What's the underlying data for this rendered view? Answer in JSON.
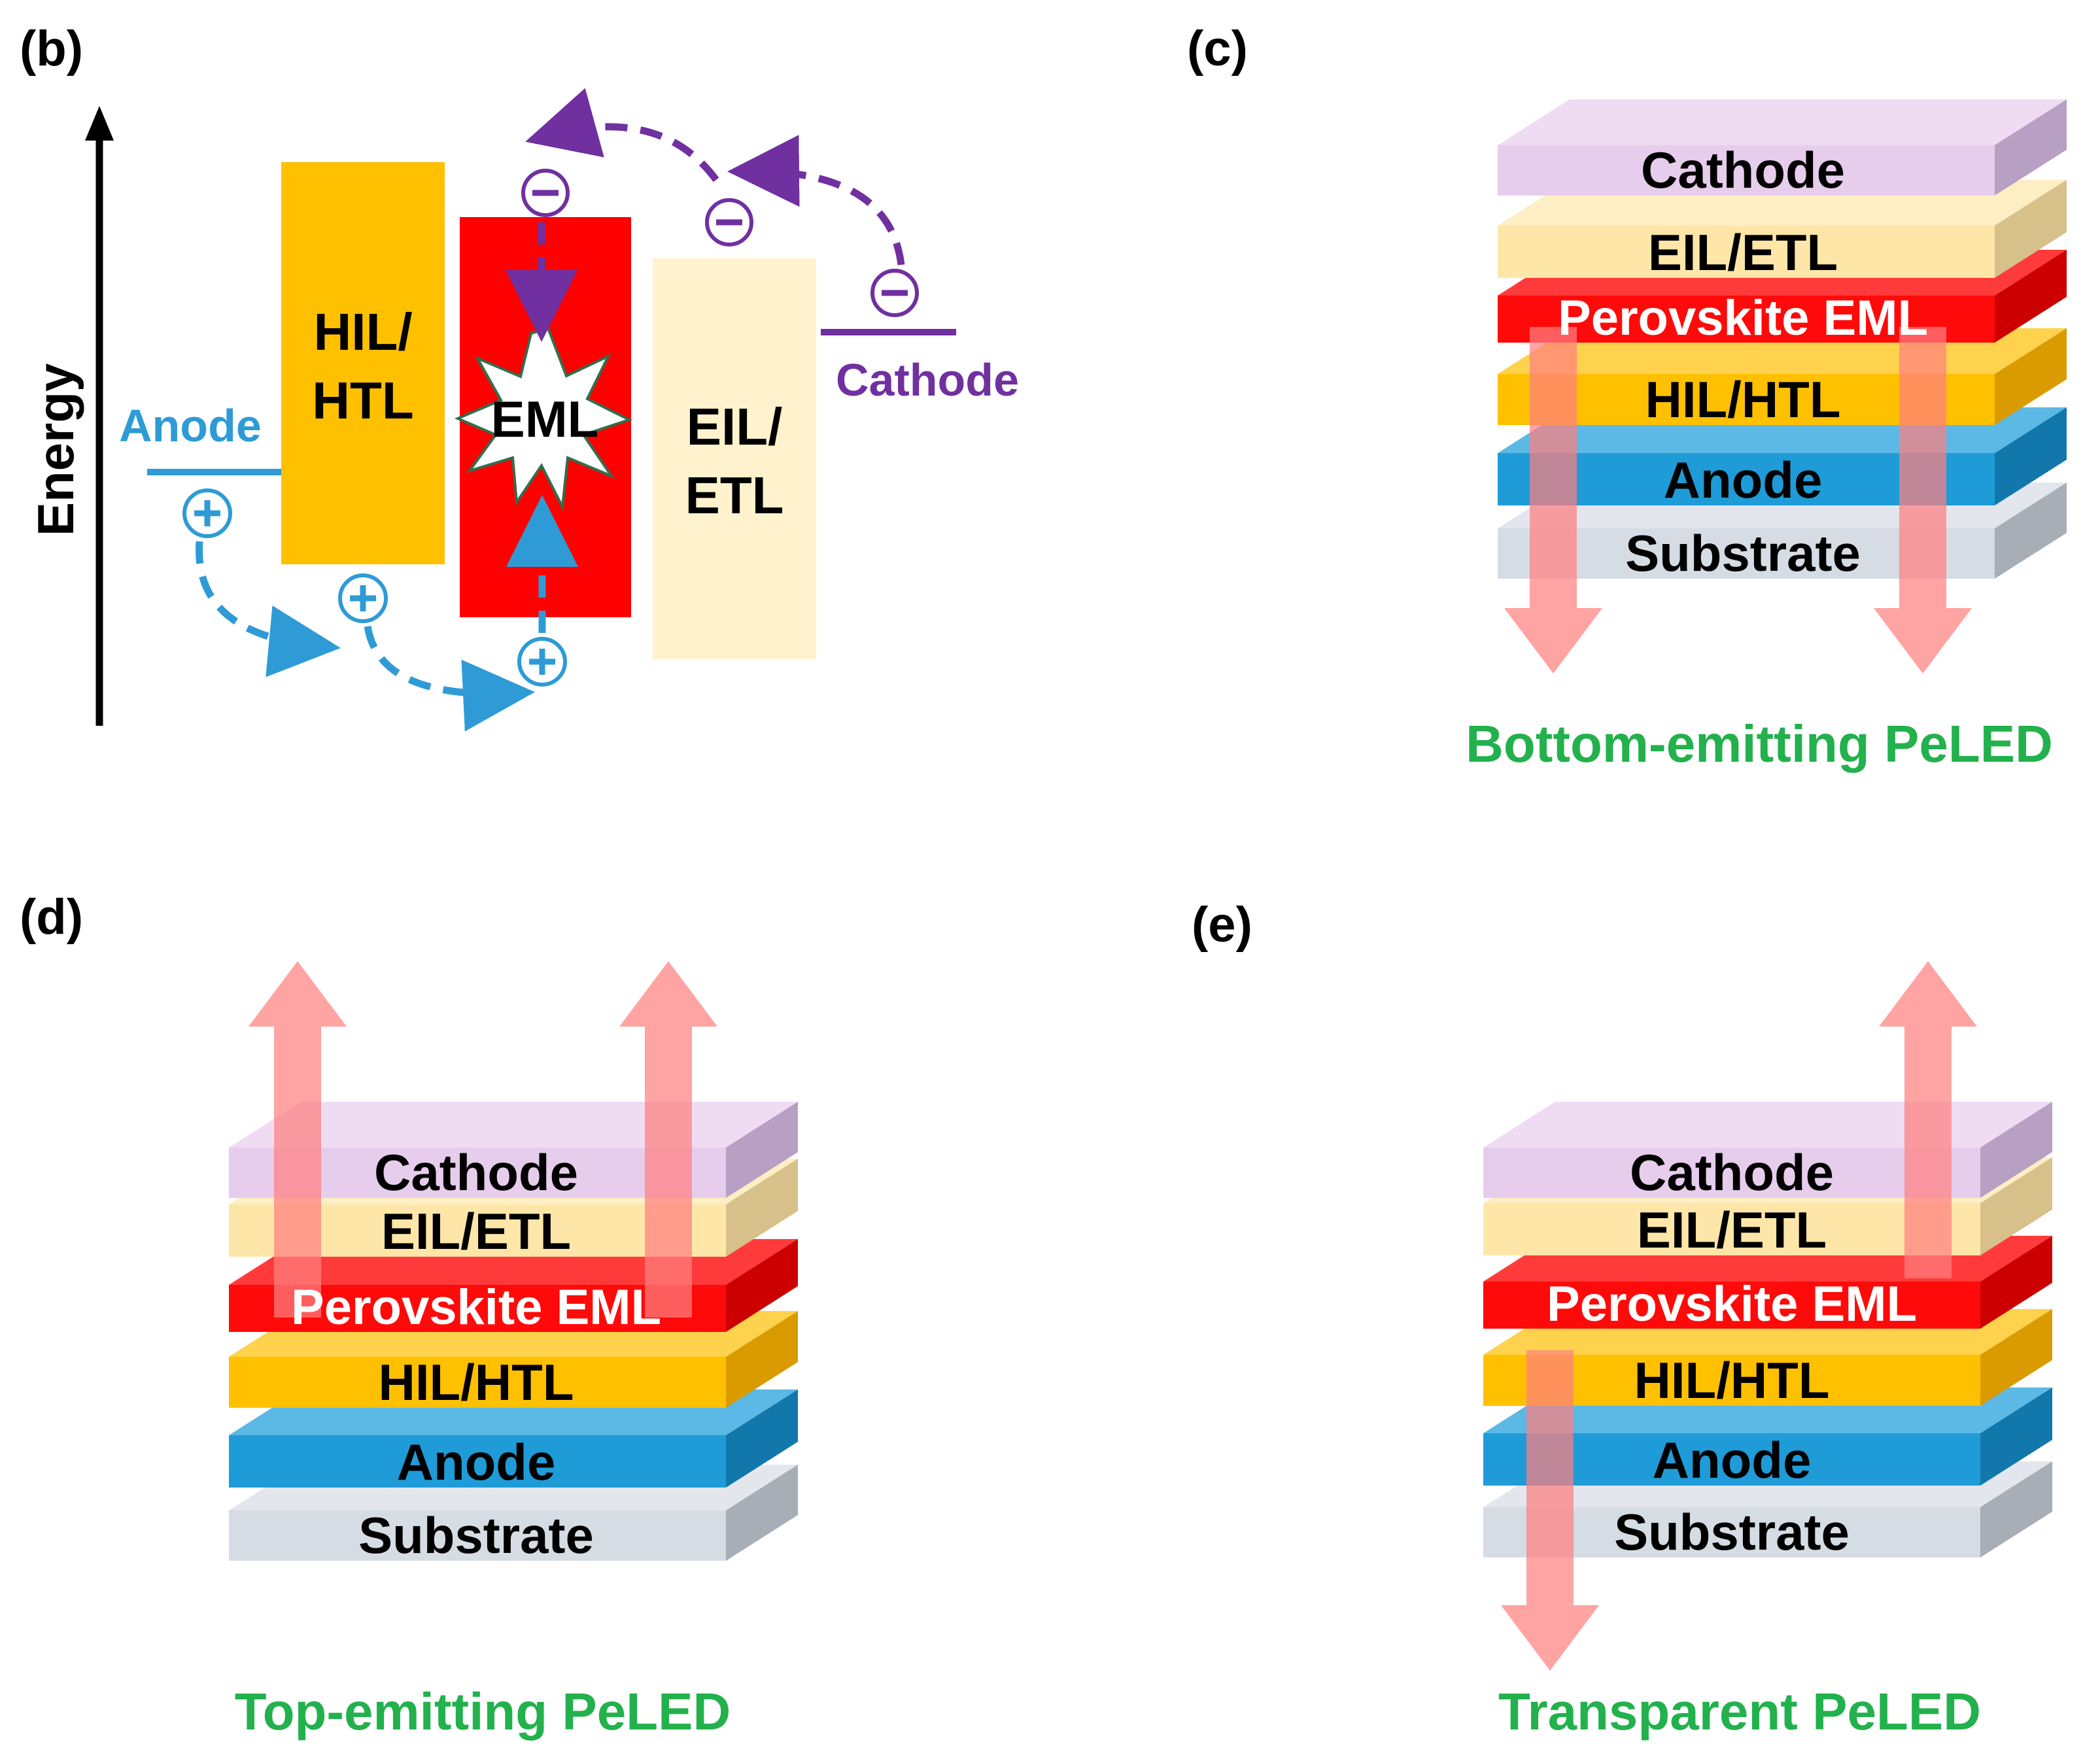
{
  "panels": {
    "b": {
      "label": "(b)",
      "energy_axis": "Energy",
      "anode": "Anode",
      "cathode": "Cathode",
      "hil_htl": [
        "HIL/",
        "HTL"
      ],
      "eml": "EML",
      "eil_etl": [
        "EIL/",
        "ETL"
      ],
      "hole_symbol": "+",
      "electron_symbol": "−",
      "colors": {
        "hole": "#2e9bd6",
        "electron": "#7030a0",
        "hil": "#ffc000",
        "eml": "#ff0000",
        "eil": "#fff2cc"
      }
    },
    "c": {
      "label": "(c)",
      "caption": "Bottom-emitting PeLED",
      "emission": "bottom"
    },
    "d": {
      "label": "(d)",
      "caption": "Top-emitting PeLED",
      "emission": "top"
    },
    "e": {
      "label": "(e)",
      "caption": "Transparent PeLED",
      "emission": "both"
    }
  },
  "stack_layers": [
    {
      "name": "Cathode",
      "front": "#e6cdec",
      "top": "#efdcf3",
      "side": "#b7a0c4",
      "text_color": "#000000"
    },
    {
      "name": "EIL/ETL",
      "front": "#fde6a8",
      "top": "#fdeec3",
      "side": "#d7c08a",
      "text_color": "#000000"
    },
    {
      "name": "Perovskite EML",
      "front": "#ff0a0a",
      "top": "#ff3a3a",
      "side": "#cc0000",
      "text_color": "#ffffff"
    },
    {
      "name": "HIL/HTL",
      "front": "#ffc000",
      "top": "#ffd24d",
      "side": "#d99b00",
      "text_color": "#000000"
    },
    {
      "name": "Anode",
      "front": "#1f9bd8",
      "top": "#5cb8e4",
      "side": "#1278ab",
      "text_color": "#000000"
    },
    {
      "name": "Substrate",
      "front": "#d6dce4",
      "top": "#e3e7ed",
      "side": "#a8aeb6",
      "text_color": "#000000"
    }
  ],
  "light_arrow_color": "#ff7f7f"
}
